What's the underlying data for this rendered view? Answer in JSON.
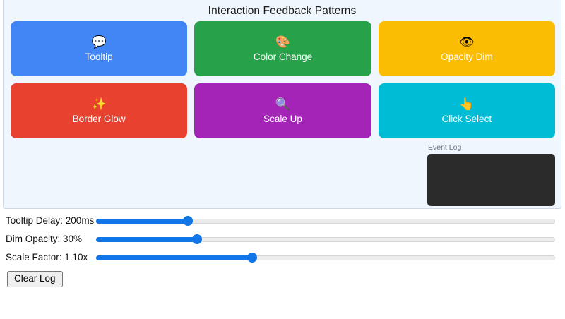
{
  "page": {
    "title": "Interaction Feedback Patterns",
    "background": "#ffffff",
    "panel_background": "#eff6fd",
    "panel_border": "#cfd8e3"
  },
  "cards": [
    {
      "label": "Tooltip",
      "icon": "💬",
      "icon_name": "speech-balloon-icon",
      "color": "#4285f4"
    },
    {
      "label": "Color Change",
      "icon": "🎨",
      "icon_name": "artist-palette-icon",
      "color": "#27a24b"
    },
    {
      "label": "Opacity Dim",
      "icon": "👁",
      "icon_name": "eye-icon",
      "color": "#fbbc04"
    },
    {
      "label": "Border Glow",
      "icon": "✨",
      "icon_name": "sparkles-icon",
      "color": "#e8412f"
    },
    {
      "label": "Scale Up",
      "icon": "🔍",
      "icon_name": "magnifying-glass-icon",
      "color": "#a524b8"
    },
    {
      "label": "Click Select",
      "icon": "👆",
      "icon_name": "pointing-up-icon",
      "color": "#00bcd4"
    }
  ],
  "event_log": {
    "title": "Event Log",
    "entries": [],
    "background": "#2b2b2b"
  },
  "controls": {
    "accent_color": "#1275e8",
    "sliders": [
      {
        "label": "Tooltip Delay: 200ms",
        "value": 200,
        "min": 0,
        "max": 1000,
        "percent": 20,
        "unit": "ms"
      },
      {
        "label": "Dim Opacity: 30%",
        "value": 30,
        "min": 0,
        "max": 100,
        "percent": 22,
        "unit": "%"
      },
      {
        "label": "Scale Factor: 1.10x",
        "value": 1.1,
        "min": 1.0,
        "max": 2.0,
        "percent": 34,
        "unit": "x"
      }
    ],
    "clear_log_label": "Clear Log"
  }
}
